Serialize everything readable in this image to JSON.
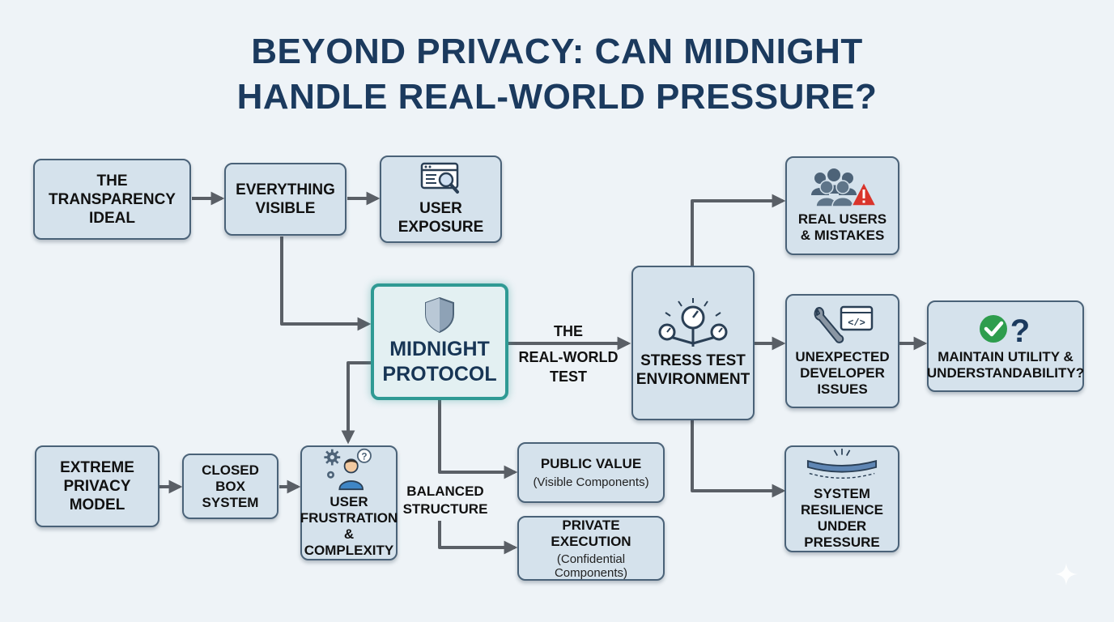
{
  "title": {
    "line1": "BEYOND PRIVACY: CAN MIDNIGHT",
    "line2": "HANDLE REAL-WORLD PRESSURE?"
  },
  "nodes": {
    "transparency_ideal": {
      "line1": "THE",
      "line2": "TRANSPARENCY",
      "line3": "IDEAL"
    },
    "everything_visible": {
      "line1": "EVERYTHING",
      "line2": "VISIBLE"
    },
    "user_exposure": {
      "line1": "USER",
      "line2": "EXPOSURE",
      "icon": "browser-magnifier-icon"
    },
    "midnight_protocol": {
      "line1": "MIDNIGHT",
      "line2": "PROTOCOL",
      "icon": "shield-icon"
    },
    "extreme_privacy": {
      "line1": "EXTREME",
      "line2": "PRIVACY",
      "line3": "MODEL"
    },
    "closed_box": {
      "line1": "CLOSED BOX",
      "line2": "SYSTEM"
    },
    "user_frustration": {
      "line1": "USER",
      "line2": "FRUSTRATION",
      "line3": "& COMPLEXITY",
      "icon": "confused-user-gears-icon"
    },
    "public_value": {
      "line1": "PUBLIC VALUE",
      "sub": "(Visible Components)"
    },
    "private_execution": {
      "line1": "PRIVATE EXECUTION",
      "sub1": "(Confidential",
      "sub2": "Components)"
    },
    "stress_test": {
      "line1": "STRESS TEST",
      "line2": "ENVIRONMENT",
      "icon": "pressure-gauges-icon"
    },
    "real_users": {
      "line1": "REAL USERS",
      "line2": "& MISTAKES",
      "icon": "user-group-warning-icon"
    },
    "developer_issues": {
      "line1": "UNEXPECTED",
      "line2": "DEVELOPER",
      "line3": "ISSUES",
      "icon": "wrench-code-icon"
    },
    "resilience": {
      "line1": "SYSTEM",
      "line2": "RESILIENCE",
      "line3": "UNDER PRESSURE",
      "icon": "bending-beam-icon"
    },
    "maintain_utility": {
      "line1": "MAINTAIN UTILITY &",
      "line2": "UNDERSTANDABILITY?",
      "icon": "check-question-icon"
    }
  },
  "labels": {
    "real_world_test": {
      "line1": "THE",
      "line2": "REAL-WORLD",
      "line3": "TEST"
    },
    "balanced_structure": {
      "line1": "BALANCED",
      "line2": "STRUCTURE"
    }
  },
  "colors": {
    "title": "#1b3a5e",
    "box_fill": "#d5e2ec",
    "box_border": "#4a6278",
    "center_border": "#2f9a94",
    "arrow": "#5a5f66",
    "check_green": "#2e9d4d",
    "warning_red": "#d9342b"
  }
}
